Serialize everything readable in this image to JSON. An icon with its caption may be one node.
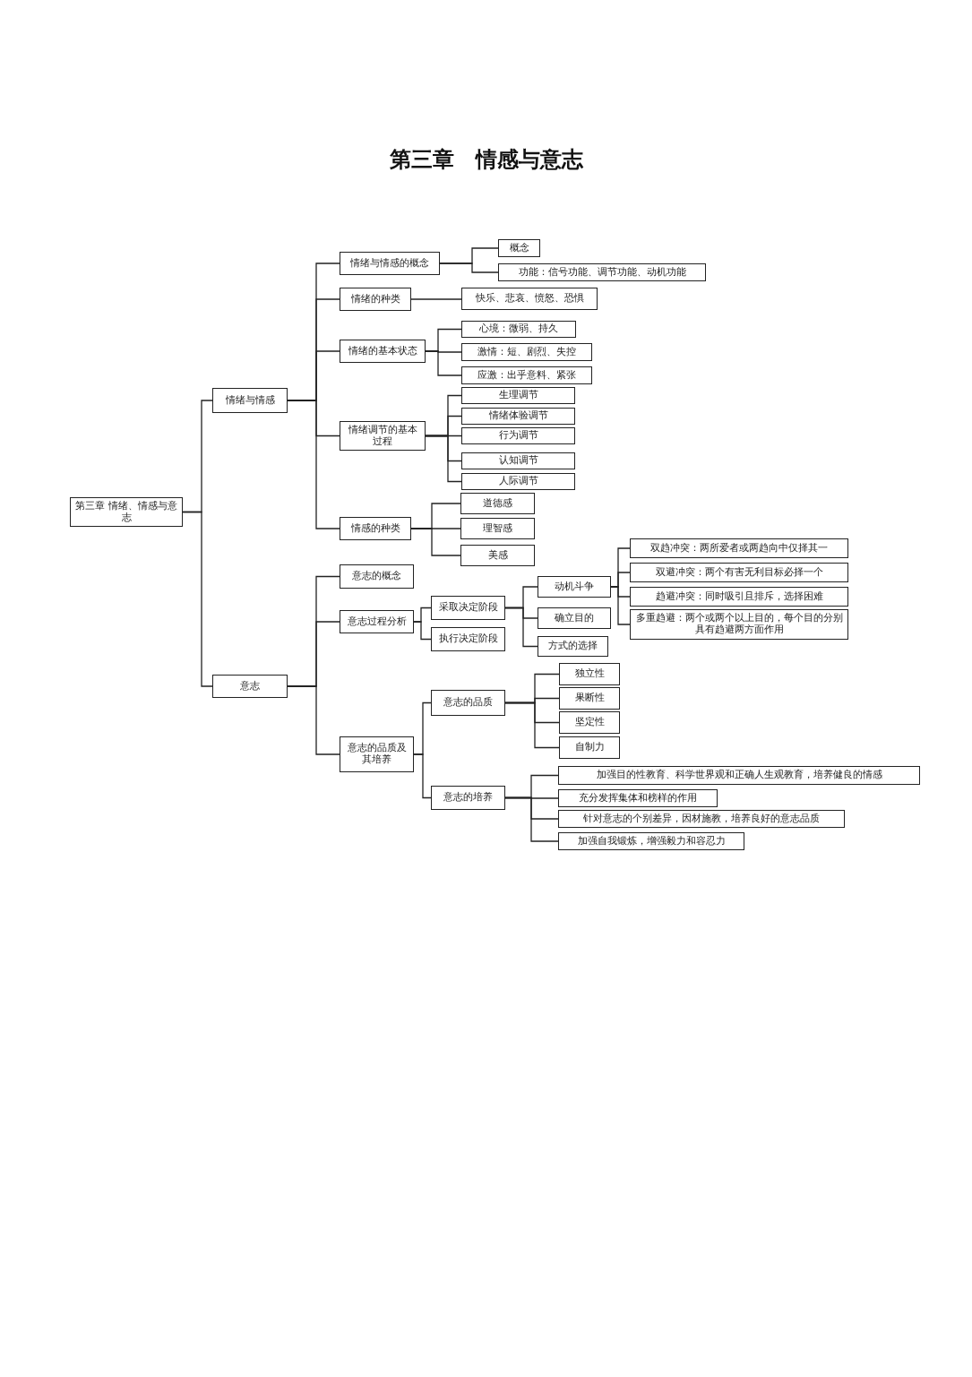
{
  "diagram": {
    "title": "第三章　情感与意志",
    "nodes": [
      {
        "text": [
          "第三章 情绪、情感与意志"
        ]
      },
      {
        "text": [
          "情绪与情感"
        ]
      },
      {
        "text": [
          "意志"
        ]
      },
      {
        "text": [
          "情绪与情感的概念"
        ]
      },
      {
        "text": [
          "概念"
        ]
      },
      {
        "text": [
          "功能：信号功能、调节功能、动机功能"
        ]
      },
      {
        "text": [
          "情绪的种类"
        ]
      },
      {
        "text": [
          "快乐、悲哀、愤怒、恐惧"
        ]
      },
      {
        "text": [
          "情绪的基本状态"
        ]
      },
      {
        "text": [
          "心境：微弱、持久"
        ]
      },
      {
        "text": [
          "激情：短、剧烈、失控"
        ]
      },
      {
        "text": [
          "应激：出乎意料、紧张"
        ]
      },
      {
        "text": [
          "情绪调节的基本过程"
        ]
      },
      {
        "text": [
          "生理调节"
        ]
      },
      {
        "text": [
          "情绪体验调节"
        ]
      },
      {
        "text": [
          "行为调节"
        ]
      },
      {
        "text": [
          "认知调节"
        ]
      },
      {
        "text": [
          "人际调节"
        ]
      },
      {
        "text": [
          "情感的种类"
        ]
      },
      {
        "text": [
          "道德感"
        ]
      },
      {
        "text": [
          "理智感"
        ]
      },
      {
        "text": [
          "美感"
        ]
      },
      {
        "text": [
          "意志的概念"
        ]
      },
      {
        "text": [
          "意志过程分析"
        ]
      },
      {
        "text": [
          "采取决定阶段"
        ]
      },
      {
        "text": [
          "执行决定阶段"
        ]
      },
      {
        "text": [
          "动机斗争"
        ]
      },
      {
        "text": [
          "确立目的"
        ]
      },
      {
        "text": [
          "方式的选择"
        ]
      },
      {
        "text": [
          "双趋冲突：两所爱者或两趋向中仅择其一"
        ]
      },
      {
        "text": [
          "双避冲突：两个有害无利目标必择一个"
        ]
      },
      {
        "text": [
          "趋避冲突：同时吸引且排斥，选择困难"
        ]
      },
      {
        "text": [
          "多重趋避：两个或两个以上目的，每个目的分别具有趋避两方面作用"
        ]
      },
      {
        "text": [
          "意志的品质及其培养"
        ]
      },
      {
        "text": [
          "意志的品质"
        ]
      },
      {
        "text": [
          "意志的培养"
        ]
      },
      {
        "text": [
          "独立性"
        ]
      },
      {
        "text": [
          "果断性"
        ]
      },
      {
        "text": [
          "坚定性"
        ]
      },
      {
        "text": [
          "自制力"
        ]
      },
      {
        "text": [
          "加强目的性教育、科学世界观和正确人生观教育，培养健良的情感"
        ]
      },
      {
        "text": [
          "充分发挥集体和榜样的作用"
        ]
      },
      {
        "text": [
          "针对意志的个别差异，因材施教，培养良好的意志品质"
        ]
      },
      {
        "text": [
          "加强自我锻炼，增强毅力和容忍力"
        ]
      }
    ],
    "edges": [
      {
        "from": 0,
        "to": 1,
        "arrow": "none"
      },
      {
        "from": 0,
        "to": 2,
        "arrow": "none"
      },
      {
        "from": 1,
        "to": 3,
        "arrow": "none"
      },
      {
        "from": 1,
        "to": 6,
        "arrow": "none"
      },
      {
        "from": 1,
        "to": 8,
        "arrow": "none"
      },
      {
        "from": 1,
        "to": 12,
        "arrow": "none"
      },
      {
        "from": 1,
        "to": 18,
        "arrow": "none"
      },
      {
        "from": 3,
        "to": 4,
        "arrow": "none"
      },
      {
        "from": 3,
        "to": 5,
        "arrow": "none"
      },
      {
        "from": 6,
        "to": 7,
        "arrow": "none"
      },
      {
        "from": 8,
        "to": 9,
        "arrow": "none"
      },
      {
        "from": 8,
        "to": 10,
        "arrow": "none"
      },
      {
        "from": 8,
        "to": 11,
        "arrow": "none"
      },
      {
        "from": 12,
        "to": 13,
        "arrow": "none"
      },
      {
        "from": 12,
        "to": 14,
        "arrow": "none"
      },
      {
        "from": 12,
        "to": 15,
        "arrow": "none"
      },
      {
        "from": 12,
        "to": 16,
        "arrow": "none"
      },
      {
        "from": 12,
        "to": 17,
        "arrow": "none"
      },
      {
        "from": 18,
        "to": 19,
        "arrow": "none"
      },
      {
        "from": 18,
        "to": 20,
        "arrow": "none"
      },
      {
        "from": 18,
        "to": 21,
        "arrow": "none"
      },
      {
        "from": 2,
        "to": 22,
        "arrow": "none"
      },
      {
        "from": 2,
        "to": 23,
        "arrow": "none"
      },
      {
        "from": 2,
        "to": 33,
        "arrow": "none"
      },
      {
        "from": 23,
        "to": 24,
        "arrow": "none"
      },
      {
        "from": 23,
        "to": 25,
        "arrow": "none"
      },
      {
        "from": 24,
        "to": 26,
        "arrow": "none"
      },
      {
        "from": 24,
        "to": 27,
        "arrow": "none"
      },
      {
        "from": 24,
        "to": 28,
        "arrow": "none"
      },
      {
        "from": 26,
        "to": 29,
        "arrow": "none"
      },
      {
        "from": 26,
        "to": 30,
        "arrow": "none"
      },
      {
        "from": 26,
        "to": 31,
        "arrow": "none"
      },
      {
        "from": 26,
        "to": 32,
        "arrow": "none"
      },
      {
        "from": 33,
        "to": 34,
        "arrow": "none"
      },
      {
        "from": 33,
        "to": 35,
        "arrow": "none"
      },
      {
        "from": 34,
        "to": 36,
        "arrow": "none"
      },
      {
        "from": 34,
        "to": 37,
        "arrow": "none"
      },
      {
        "from": 34,
        "to": 38,
        "arrow": "none"
      },
      {
        "from": 34,
        "to": 39,
        "arrow": "none"
      },
      {
        "from": 35,
        "to": 40,
        "arrow": "none"
      },
      {
        "from": 35,
        "to": 41,
        "arrow": "none"
      },
      {
        "from": 35,
        "to": 42,
        "arrow": "none"
      },
      {
        "from": 35,
        "to": 43,
        "arrow": "none"
      }
    ]
  }
}
